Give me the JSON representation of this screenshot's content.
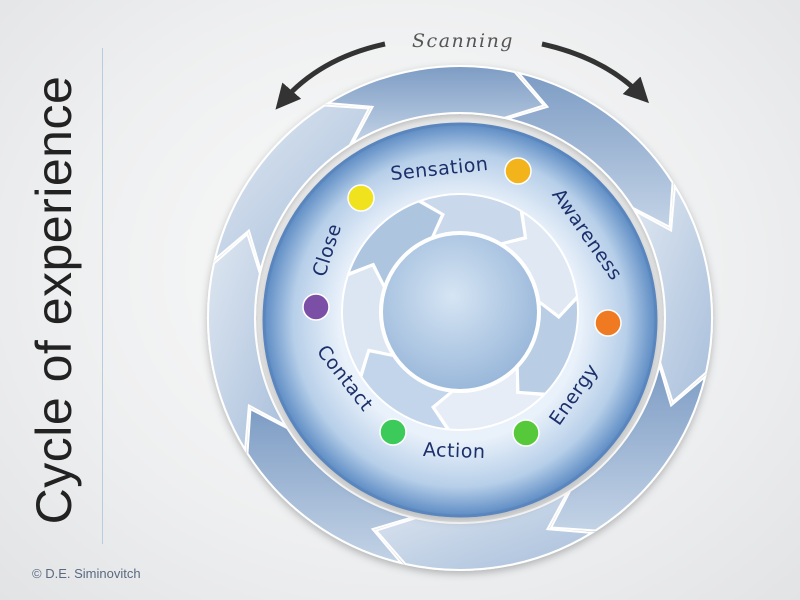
{
  "title": "Cycle of experience",
  "scanning_label": "Scanning",
  "credit": "© D.E. Siminovitch",
  "stages": [
    {
      "name": "Sensation",
      "color": "#f2b31b"
    },
    {
      "name": "Awareness",
      "color": "#f07a22"
    },
    {
      "name": "Energy",
      "color": "#55c93a"
    },
    {
      "name": "Action",
      "color": "#3ccb5a"
    },
    {
      "name": "Contact",
      "color": "#7b4fa6"
    },
    {
      "name": "Close",
      "color": "#f0e21c"
    }
  ]
}
